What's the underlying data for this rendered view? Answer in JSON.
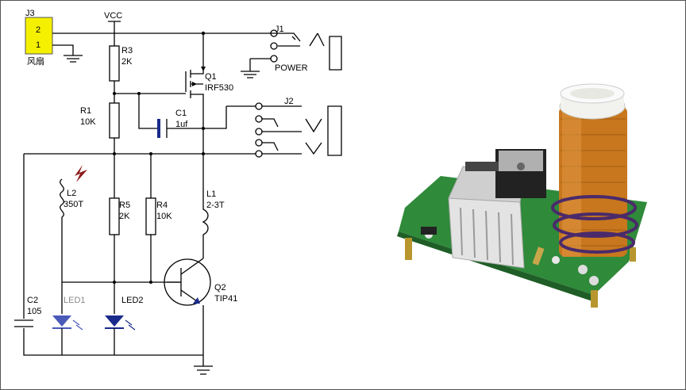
{
  "schematic": {
    "labels": {
      "j3": "J3",
      "j3_pin2": "2",
      "j3_pin1": "1",
      "j3_name": "风扇",
      "vcc": "VCC",
      "r3": "R3",
      "r3_val": "2K",
      "q1": "Q1",
      "q1_part": "IRF530",
      "j1": "J1",
      "power": "POWER",
      "r1": "R1",
      "r1_val": "10K",
      "c1": "C1",
      "c1_val": "1uf",
      "j2": "J2",
      "l2": "L2",
      "l2_val": "350T",
      "r5": "R5",
      "r5_val": "2K",
      "r4": "R4",
      "r4_val": "10K",
      "l1": "L1",
      "l1_val": "2-3T",
      "c2": "C2",
      "c2_val": "105",
      "led1": "LED1",
      "led2": "LED2",
      "q2": "Q2",
      "q2_part": "TIP41"
    },
    "colors": {
      "connector_fill": "#f5f000",
      "led_color": "#1a2a8c",
      "spark_color": "#8b1a1a"
    }
  },
  "photo": {
    "subject": "tesla-coil-board-photo",
    "colors": {
      "pcb": "#2f8a3a",
      "copper_coil": "#c8771e",
      "heatsink": "#d7d7d7"
    }
  }
}
